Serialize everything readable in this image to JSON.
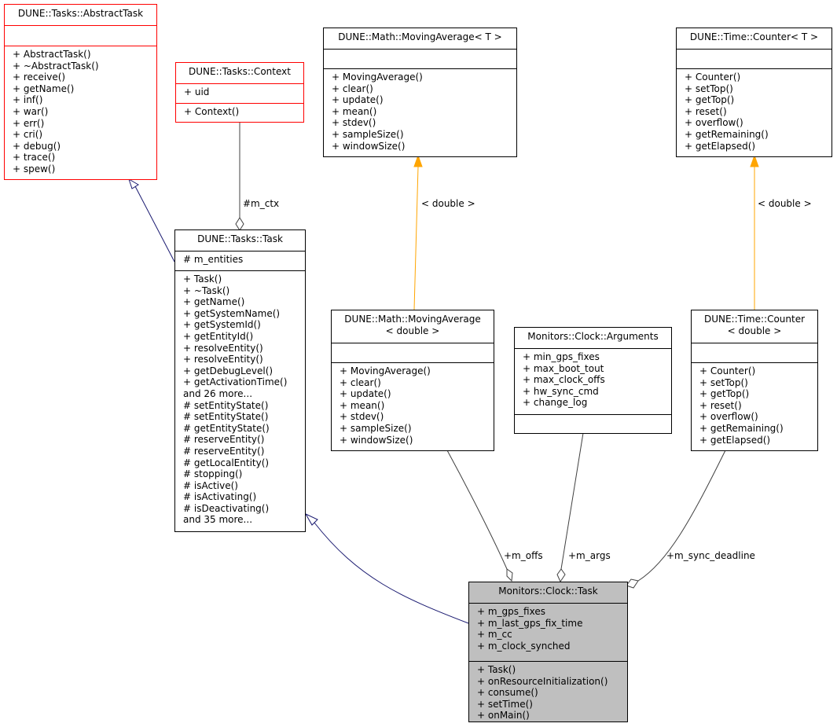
{
  "nodes": {
    "abstract_task": {
      "title": [
        "DUNE::Tasks::AbstractTask"
      ],
      "attributes": [],
      "methods": [
        "+ AbstractTask()",
        "+ ~AbstractTask()",
        "+ receive()",
        "+ getName()",
        "+ inf()",
        "+ war()",
        "+ err()",
        "+ cri()",
        "+ debug()",
        "+ trace()",
        "+ spew()"
      ]
    },
    "context": {
      "title": [
        "DUNE::Tasks::Context"
      ],
      "attributes": [
        "+ uid"
      ],
      "methods": [
        "+ Context()"
      ]
    },
    "moving_average_t": {
      "title": [
        "DUNE::Math::MovingAverage< T >"
      ],
      "attributes": [],
      "methods": [
        "+ MovingAverage()",
        "+ clear()",
        "+ update()",
        "+ mean()",
        "+ stdev()",
        "+ sampleSize()",
        "+ windowSize()"
      ]
    },
    "counter_t": {
      "title": [
        "DUNE::Time::Counter< T >"
      ],
      "attributes": [],
      "methods": [
        "+ Counter()",
        "+ setTop()",
        "+ getTop()",
        "+ reset()",
        "+ overflow()",
        "+ getRemaining()",
        "+ getElapsed()"
      ]
    },
    "task": {
      "title": [
        "DUNE::Tasks::Task"
      ],
      "attributes": [
        "# m_entities"
      ],
      "methods": [
        "+ Task()",
        "+ ~Task()",
        "+ getName()",
        "+ getSystemName()",
        "+ getSystemId()",
        "+ getEntityId()",
        "+ resolveEntity()",
        "+ resolveEntity()",
        "+ getDebugLevel()",
        "+ getActivationTime()",
        "and 26 more...",
        "# setEntityState()",
        "# setEntityState()",
        "# getEntityState()",
        "# reserveEntity()",
        "# reserveEntity()",
        "# getLocalEntity()",
        "# stopping()",
        "# isActive()",
        "# isActivating()",
        "# isDeactivating()",
        "and 35 more..."
      ]
    },
    "moving_average_double": {
      "title": [
        "DUNE::Math::MovingAverage",
        "< double >"
      ],
      "attributes": [],
      "methods": [
        "+ MovingAverage()",
        "+ clear()",
        "+ update()",
        "+ mean()",
        "+ stdev()",
        "+ sampleSize()",
        "+ windowSize()"
      ]
    },
    "clock_arguments": {
      "title": [
        "Monitors::Clock::Arguments"
      ],
      "attributes": [
        "+ min_gps_fixes",
        "+ max_boot_tout",
        "+ max_clock_offs",
        "+ hw_sync_cmd",
        "+ change_log"
      ],
      "methods": []
    },
    "counter_double": {
      "title": [
        "DUNE::Time::Counter",
        "< double >"
      ],
      "attributes": [],
      "methods": [
        "+ Counter()",
        "+ setTop()",
        "+ getTop()",
        "+ reset()",
        "+ overflow()",
        "+ getRemaining()",
        "+ getElapsed()"
      ]
    },
    "clock_task": {
      "title": [
        "Monitors::Clock::Task"
      ],
      "attributes": [
        "+ m_gps_fixes",
        "+ m_last_gps_fix_time",
        "+ m_cc",
        "+ m_clock_synched"
      ],
      "methods": [
        "+ Task()",
        "+ onResourceInitialization()",
        "+ consume()",
        "+ setTime()",
        "+ onMain()"
      ]
    }
  },
  "edge_labels": {
    "m_ctx": "#m_ctx",
    "template_ma": "< double >",
    "template_counter": "< double >",
    "m_offs": "+m_offs",
    "m_args": "+m_args",
    "m_sync_deadline": "+m_sync_deadline"
  },
  "colors": {
    "inheritance": "#191970",
    "template": "#ffa500",
    "usage": "#404040",
    "focus_fill": "#bfbfbf",
    "highlight_border": "#ff0000"
  }
}
